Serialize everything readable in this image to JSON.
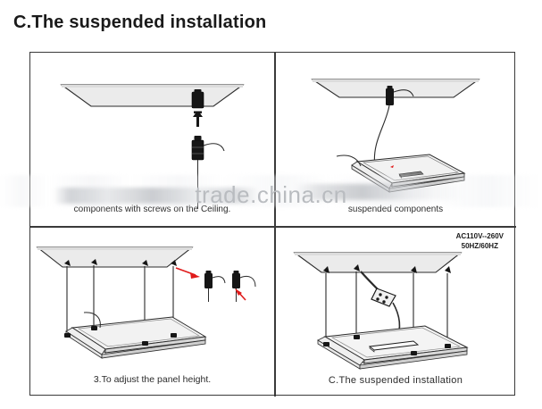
{
  "page": {
    "title": "C.The suspended installation"
  },
  "watermark": {
    "text": "trade.china.cn"
  },
  "figure": {
    "panels": [
      {
        "id": "panel-1",
        "caption": "components with screws on the Ceiling.",
        "description": "ceiling plate with mounting bracket, screw and suspended wire component"
      },
      {
        "id": "panel-2",
        "caption": "suspended components",
        "description": "ceiling plate connected by wire down to the LED panel"
      },
      {
        "id": "panel-3",
        "caption": "3.To adjust the panel height.",
        "description": "panel suspended on four wires with adjuster detail callout"
      },
      {
        "id": "panel-4",
        "caption": "C.The suspended installation",
        "description": "completed suspended installation with driver wired to mains"
      }
    ],
    "voltage_label": {
      "line1": "AC110V--260V",
      "line2": "50HZ/60HZ"
    }
  },
  "colors": {
    "border": "#3a3a3a",
    "line": "#2b2b2b",
    "panel_fill": "#ebebeb",
    "hardware": "#111111",
    "accent_red": "#e01b1b",
    "watermark": "#b9bcc0"
  }
}
